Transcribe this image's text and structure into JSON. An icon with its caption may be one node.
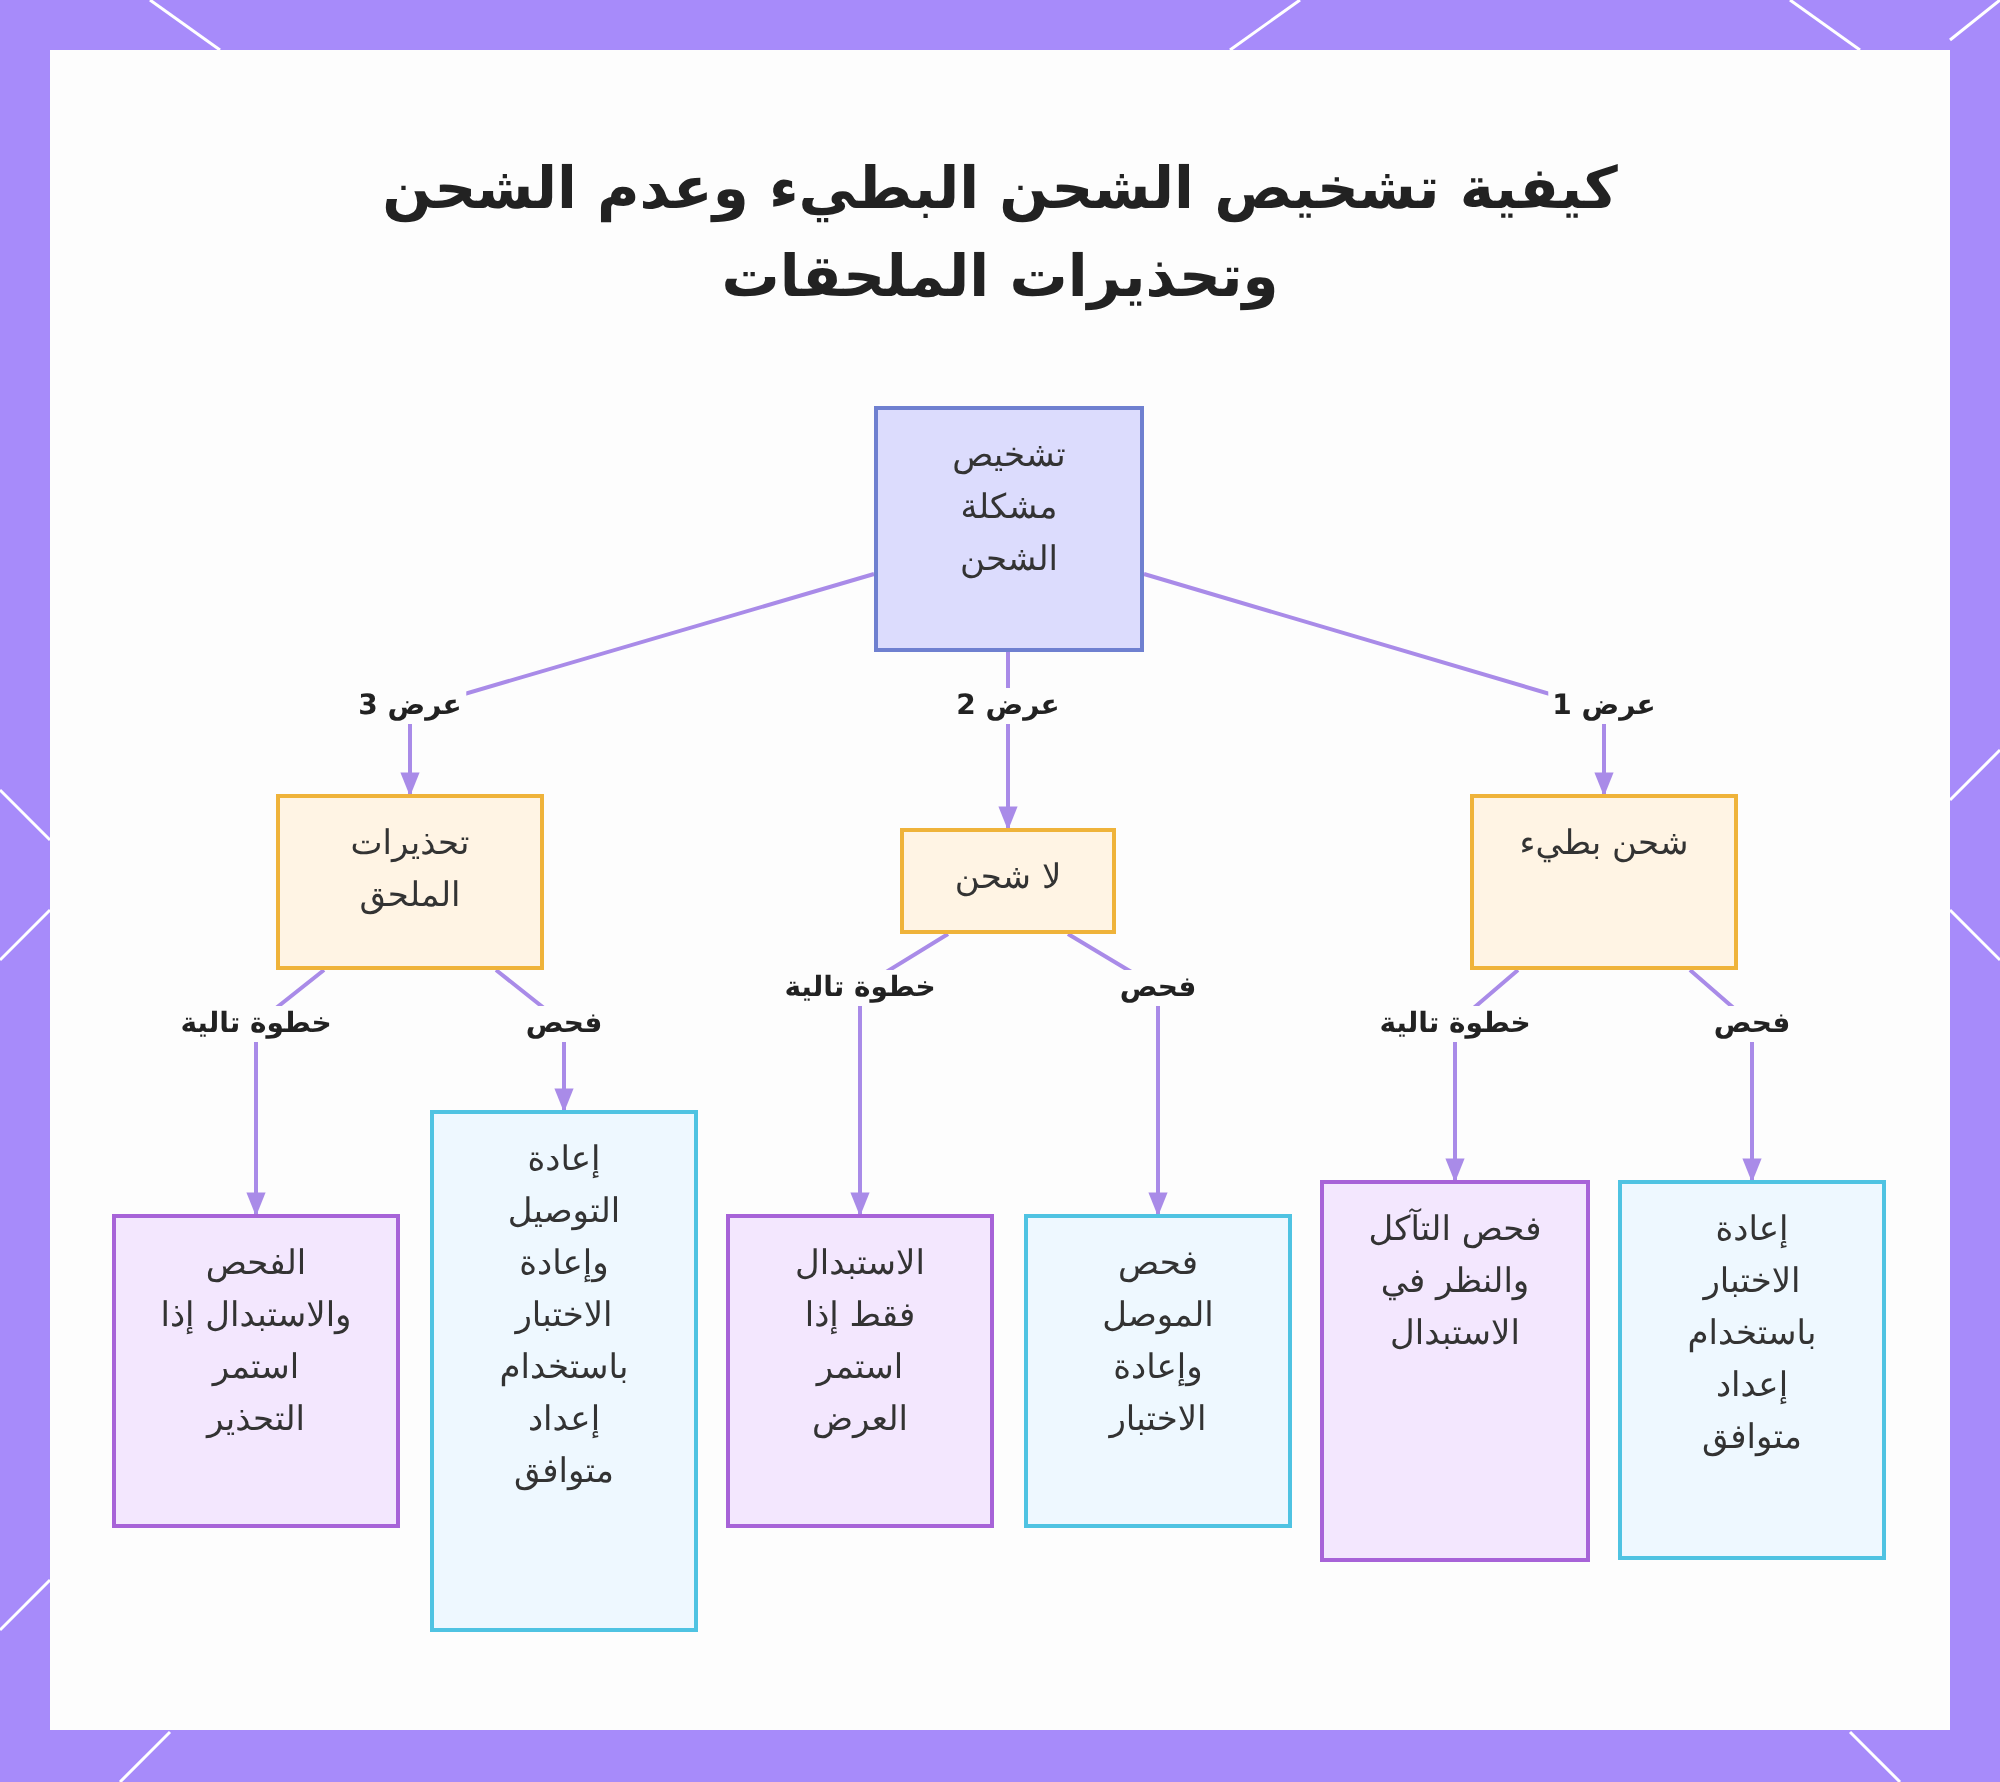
{
  "diagram": {
    "title": "كيفية تشخيص الشحن البطيء وعدم الشحن وتحذيرات الملحقات",
    "nodes": [
      {
        "text": [
          "تشخيص مشكلة الشحن"
        ]
      },
      {
        "text": [
          "شحن بطيء"
        ]
      },
      {
        "text": [
          "لا شحن"
        ]
      },
      {
        "text": [
          "تحذيرات الملحق"
        ]
      },
      {
        "text": [
          "إعادة الاختبار باستخدام إعداد متوافق"
        ]
      },
      {
        "text": [
          "فحص التآكل والنظر في الاستبدال"
        ]
      },
      {
        "text": [
          "فحص الموصل وإعادة الاختبار"
        ]
      },
      {
        "text": [
          "الاستبدال فقط إذا استمر العرض"
        ]
      },
      {
        "text": [
          "إعادة التوصيل وإعادة الاختبار باستخدام إعداد متوافق"
        ]
      },
      {
        "text": [
          "الفحص والاستبدال إذا استمر التحذير"
        ]
      }
    ],
    "edges": [
      {
        "from": 0,
        "to": 1,
        "arrow": "to",
        "label": "عرض 1"
      },
      {
        "from": 0,
        "to": 2,
        "arrow": "to",
        "label": "عرض 2"
      },
      {
        "from": 0,
        "to": 3,
        "arrow": "to",
        "label": "عرض 3"
      },
      {
        "from": 1,
        "to": 4,
        "arrow": "to",
        "label": "فحص"
      },
      {
        "from": 1,
        "to": 5,
        "arrow": "to",
        "label": "خطوة تالية"
      },
      {
        "from": 2,
        "to": 6,
        "arrow": "to",
        "label": "فحص"
      },
      {
        "from": 2,
        "to": 7,
        "arrow": "to",
        "label": "خطوة تالية"
      },
      {
        "from": 3,
        "to": 8,
        "arrow": "to",
        "label": "فحص"
      },
      {
        "from": 3,
        "to": 9,
        "arrow": "to",
        "label": "خطوة تالية"
      }
    ]
  }
}
